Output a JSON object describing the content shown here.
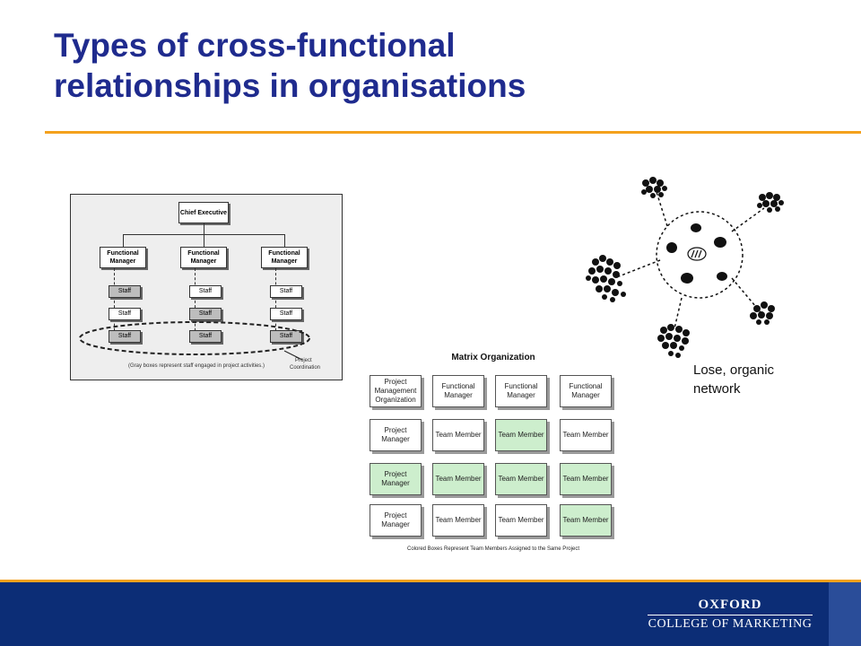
{
  "slide": {
    "title_line1": "Types of cross-functional",
    "title_line2": "relationships in organisations"
  },
  "functional_chart": {
    "chief": "Chief Executive",
    "managers": [
      "Functional Manager",
      "Functional Manager",
      "Functional Manager"
    ],
    "columns": [
      [
        {
          "label": "Staff",
          "gray": true
        },
        {
          "label": "Staff",
          "gray": false
        },
        {
          "label": "Staff",
          "gray": true
        }
      ],
      [
        {
          "label": "Staff",
          "gray": false
        },
        {
          "label": "Staff",
          "gray": true
        },
        {
          "label": "Staff",
          "gray": true
        }
      ],
      [
        {
          "label": "Staff",
          "gray": false
        },
        {
          "label": "Staff",
          "gray": false
        },
        {
          "label": "Staff",
          "gray": true
        }
      ]
    ],
    "caption": "(Gray boxes represent staff engaged in project activities.)",
    "coordination_label_1": "Project",
    "coordination_label_2": "Coordination"
  },
  "matrix": {
    "title": "Matrix Organization",
    "rows": [
      [
        {
          "label": "Project Management Organization",
          "green": false
        },
        {
          "label": "Functional Manager",
          "green": false
        },
        {
          "label": "Functional Manager",
          "green": false
        },
        {
          "label": "Functional Manager",
          "green": false
        }
      ],
      [
        {
          "label": "Project Manager",
          "green": false
        },
        {
          "label": "Team Member",
          "green": false
        },
        {
          "label": "Team Member",
          "green": true
        },
        {
          "label": "Team Member",
          "green": false
        }
      ],
      [
        {
          "label": "Project Manager",
          "green": true
        },
        {
          "label": "Team Member",
          "green": true
        },
        {
          "label": "Team Member",
          "green": true
        },
        {
          "label": "Team Member",
          "green": true
        }
      ],
      [
        {
          "label": "Project Manager",
          "green": false
        },
        {
          "label": "Team Member",
          "green": false
        },
        {
          "label": "Team Member",
          "green": false
        },
        {
          "label": "Team Member",
          "green": true
        }
      ]
    ],
    "caption": "Colored Boxes Represent Team Members Assigned to the Same Project"
  },
  "network": {
    "label_line1": "Lose, organic",
    "label_line2": "network"
  },
  "footer": {
    "logo_line1": "OXFORD",
    "logo_line2": "COLLEGE OF MARKETING"
  },
  "colors": {
    "title": "#1f2b8e",
    "accent": "#f4a11d",
    "footer_bg": "#0c2d76",
    "matrix_highlight": "#cdeecd",
    "staff_highlight": "#bdbdbd"
  }
}
